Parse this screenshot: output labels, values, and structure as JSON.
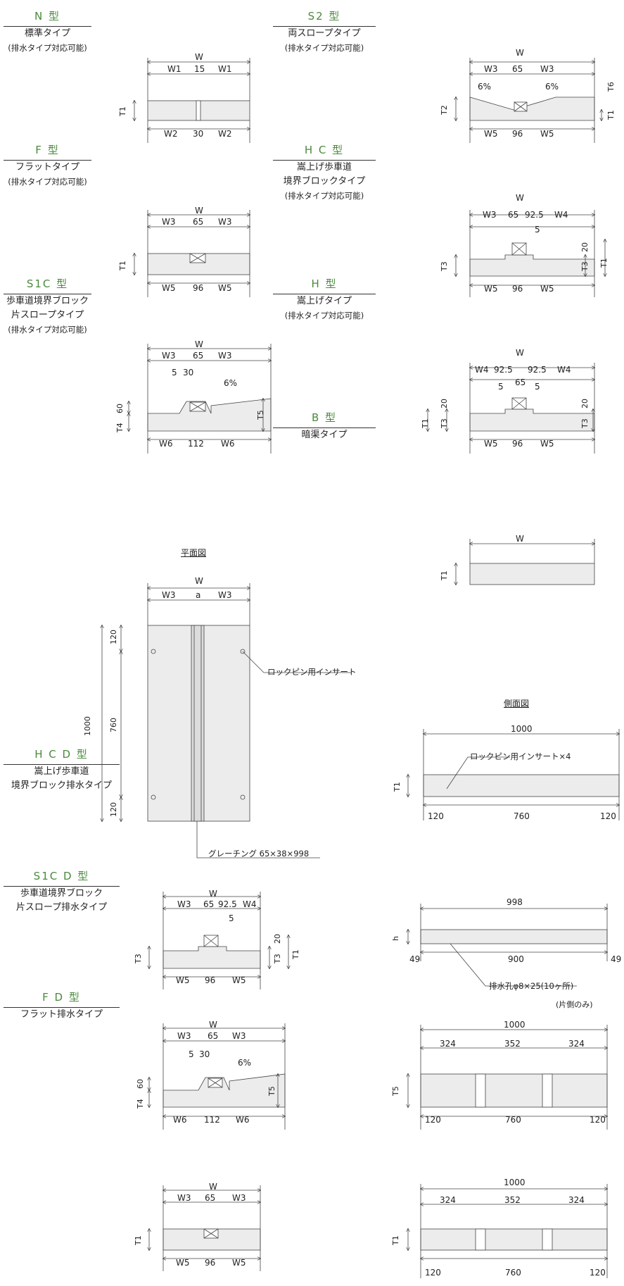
{
  "types": {
    "n": {
      "title": "N 型",
      "lines": [
        "標準タイプ"
      ],
      "sub": "(排水タイプ対応可能)"
    },
    "s2": {
      "title": "S2 型",
      "lines": [
        "両スロープタイプ"
      ],
      "sub": "(排水タイプ対応可能)"
    },
    "f": {
      "title": "F 型",
      "lines": [
        "フラットタイプ"
      ],
      "sub": "(排水タイプ対応可能)"
    },
    "hc": {
      "title": "H C 型",
      "lines": [
        "嵩上げ歩車道",
        "境界ブロックタイプ"
      ],
      "sub": "(排水タイプ対応可能)"
    },
    "s1c": {
      "title": "S1C 型",
      "lines": [
        "歩車道境界ブロック",
        "片スロープタイプ"
      ],
      "sub": "(排水タイプ対応可能)"
    },
    "h": {
      "title": "H 型",
      "lines": [
        "嵩上げタイプ"
      ],
      "sub": "(排水タイプ対応可能)"
    },
    "b": {
      "title": "B 型",
      "lines": [
        "暗渠タイプ"
      ],
      "sub": ""
    },
    "hcd": {
      "title": "H C D 型",
      "lines": [
        "嵩上げ歩車道",
        "境界ブロック排水タイプ"
      ],
      "sub": ""
    },
    "s1cd": {
      "title": "S1C D 型",
      "lines": [
        "歩車道境界ブロック",
        "片スロープ排水タイプ"
      ],
      "sub": ""
    },
    "fd": {
      "title": "F D 型",
      "lines": [
        "フラット排水タイプ"
      ],
      "sub": ""
    }
  },
  "dims": {
    "W": "W",
    "W1": "W1",
    "W2": "W2",
    "W3": "W3",
    "W4": "W4",
    "W5": "W5",
    "W6": "W6",
    "T1": "T1",
    "T2": "T2",
    "T3": "T3",
    "T4": "T4",
    "T5": "T5",
    "T6": "T6",
    "h": "h",
    "a": "a",
    "n15": "15",
    "n30": "30",
    "n65": "65",
    "n96": "96",
    "n112": "112",
    "n5": "5",
    "n20": "20",
    "n60": "60",
    "n925": "92.5",
    "pct6": "6%",
    "n1000": "1000",
    "n120": "120",
    "n760": "760",
    "n998": "998",
    "n900": "900",
    "n49": "49",
    "n324": "324",
    "n352": "352"
  },
  "plan": {
    "title": "平面図",
    "insert_label": "ロックピン用インサート",
    "grating_label": "グレーチング 65×38×998"
  },
  "side": {
    "title": "側面図",
    "insert_label": "ロックピン用インサート×4",
    "drain_label": "排水孔φ8×25(10ヶ所)",
    "drain_sub": "(片側のみ)"
  }
}
